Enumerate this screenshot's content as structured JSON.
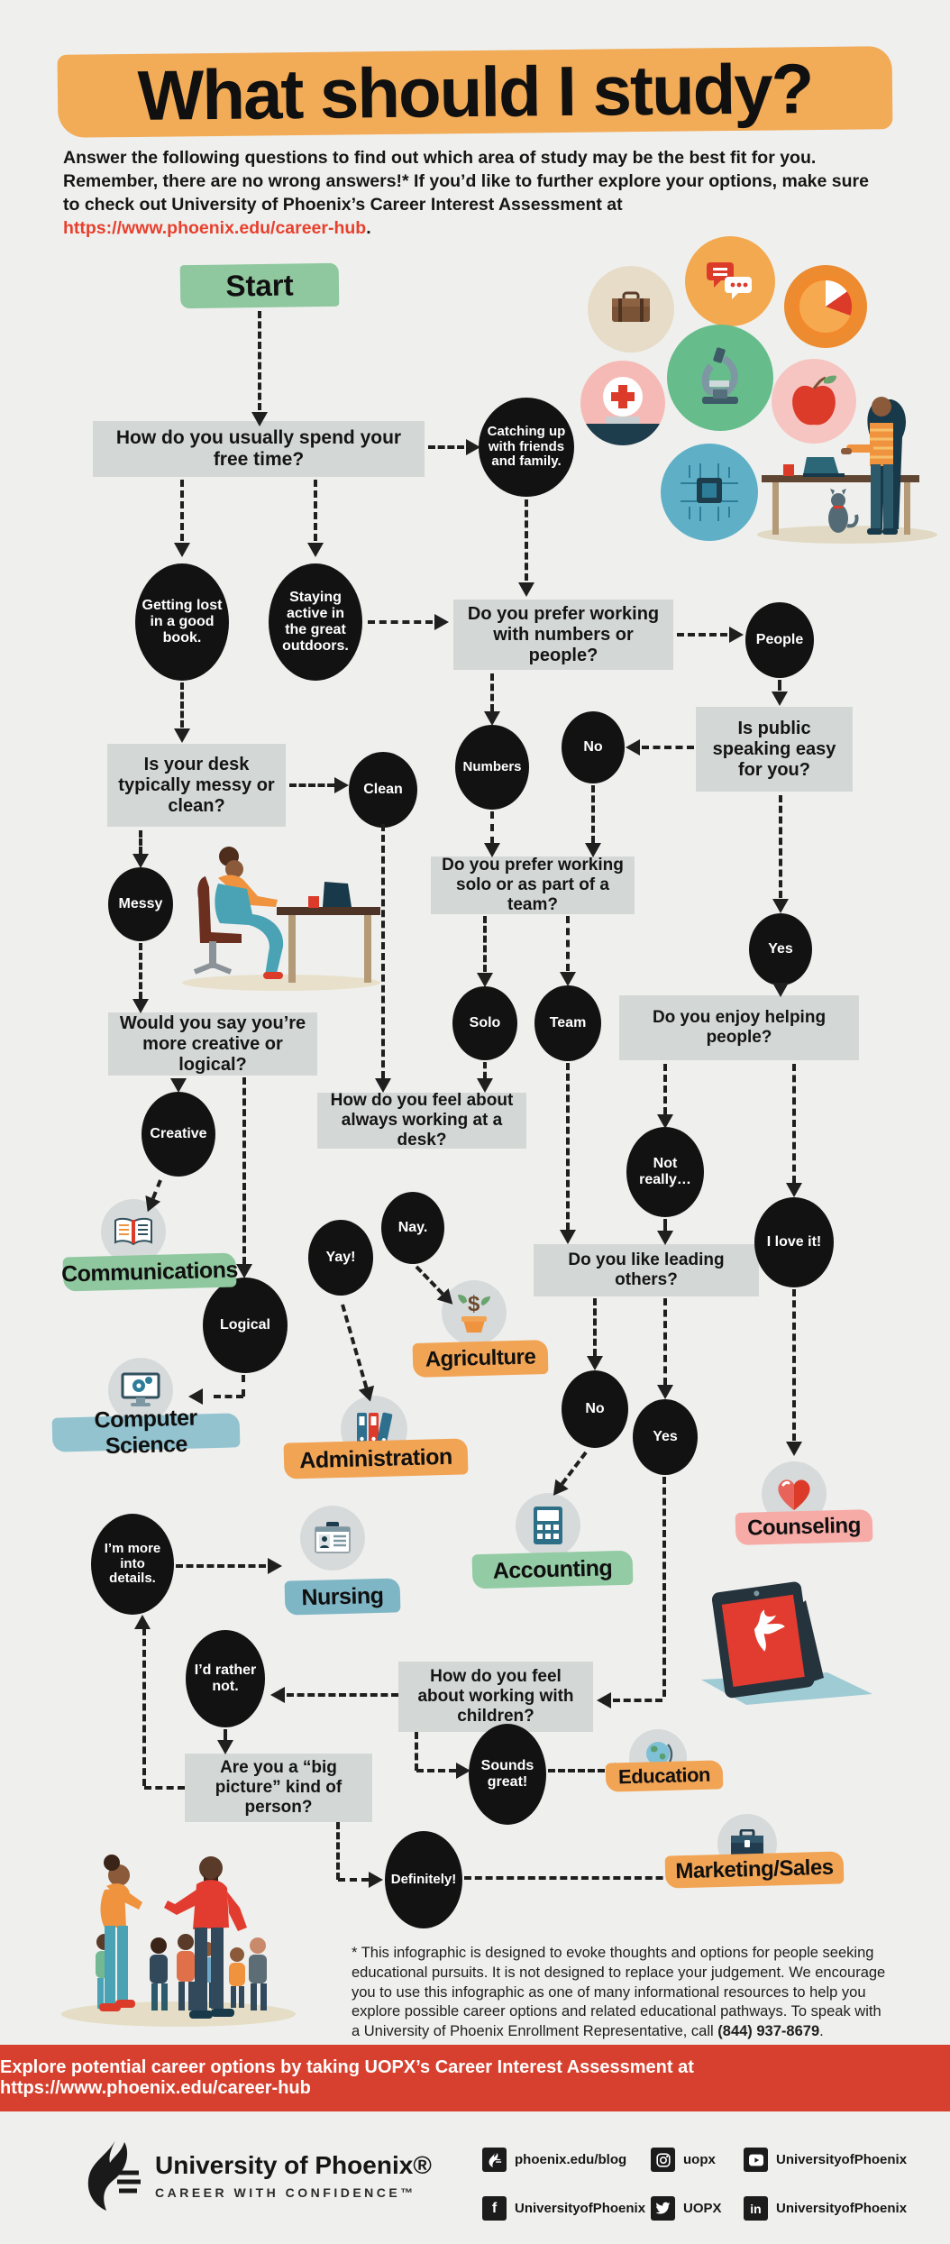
{
  "header": {
    "title": "What should I study?",
    "intro_prefix": "Answer the following questions to find out which area of study may be the best fit for you. Remember, there are no wrong answers!* If you’d like to further explore your options, make sure to check out University of Phoenix’s Career Interest Assessment at ",
    "intro_link": "https://www.phoenix.edu/career-hub",
    "intro_suffix": "."
  },
  "flow": {
    "start": "Start",
    "q_free_time": "How do you usually spend your free time?",
    "a_catching_up": "Catching up with friends and family.",
    "a_getting_lost": "Getting lost in a good book.",
    "a_staying_active": "Staying active in the great outdoors.",
    "q_numbers_people": "Do you prefer working with numbers or people?",
    "a_people": "People",
    "q_desk_messy": "Is your desk typically messy or clean?",
    "a_clean": "Clean",
    "a_numbers": "Numbers",
    "a_no_1": "No",
    "q_public_speaking": "Is public speaking easy for you?",
    "a_yes_1": "Yes",
    "a_messy": "Messy",
    "q_solo_team": "Do you prefer working solo or as part of a team?",
    "q_creative_logical": "Would you say you’re more creative or logical?",
    "a_solo": "Solo",
    "a_team": "Team",
    "q_helping": "Do you enjoy helping people?",
    "a_creative": "Creative",
    "a_not_really": "Not really…",
    "a_i_love_it": "I love it!",
    "q_desk_always": "How do you feel about always working at a desk?",
    "a_yay": "Yay!",
    "a_nay": "Nay.",
    "q_leading": "Do you like leading others?",
    "a_logical": "Logical",
    "a_no_2": "No",
    "a_yes_2": "Yes",
    "a_more_details": "I’m more into details.",
    "a_rather_not": "I’d rather not.",
    "q_children": "How do you feel about working with children?",
    "q_big_picture": "Are you a “big picture” kind of person?",
    "a_sounds_great": "Sounds great!",
    "a_definitely": "Definitely!"
  },
  "outcomes": {
    "communications": "Communications",
    "computer_science": "Computer Science",
    "agriculture": "Agriculture",
    "administration": "Administration",
    "accounting": "Accounting",
    "counseling": "Counseling",
    "nursing": "Nursing",
    "education": "Education",
    "marketing_sales": "Marketing/Sales"
  },
  "disclaimer": {
    "prefix": "* This infographic is designed to evoke thoughts and options for people seeking educational pursuits. It is not designed to replace your judgement. We encourage you to use this infographic as one of many informational resources to help you explore possible career options and related educational pathways. To speak with a University of Phoenix Enrollment Representative, call ",
    "phone": "(844) 937-8679",
    "suffix": "."
  },
  "banner": {
    "text": "Explore potential career options by taking UOPX’s Career Interest Assessment at https://www.phoenix.edu/career-hub"
  },
  "footer": {
    "brand_name": "University of Phoenix®",
    "brand_tagline": "CAREER WITH CONFIDENCE™",
    "social": [
      {
        "icon": "phoenix-blog-icon",
        "label": "phoenix.edu/blog"
      },
      {
        "icon": "instagram-icon",
        "label": "uopx"
      },
      {
        "icon": "youtube-icon",
        "label": "UniversityofPhoenix"
      },
      {
        "icon": "facebook-icon",
        "label": "UniversityofPhoenix"
      },
      {
        "icon": "twitter-icon",
        "label": "UOPX"
      },
      {
        "icon": "linkedin-icon",
        "label": "UniversityofPhoenix"
      }
    ]
  },
  "colors": {
    "background": "#eff0ee",
    "highlight_orange": "#f2ab57",
    "highlight_green": "#8fc89e",
    "highlight_blue": "#92c3cf",
    "highlight_pink": "#f7aba6",
    "question_box_gray": "#d3d7d6",
    "node_black": "#121212",
    "banner_red": "#d7402e",
    "link_red": "#e8402d"
  }
}
